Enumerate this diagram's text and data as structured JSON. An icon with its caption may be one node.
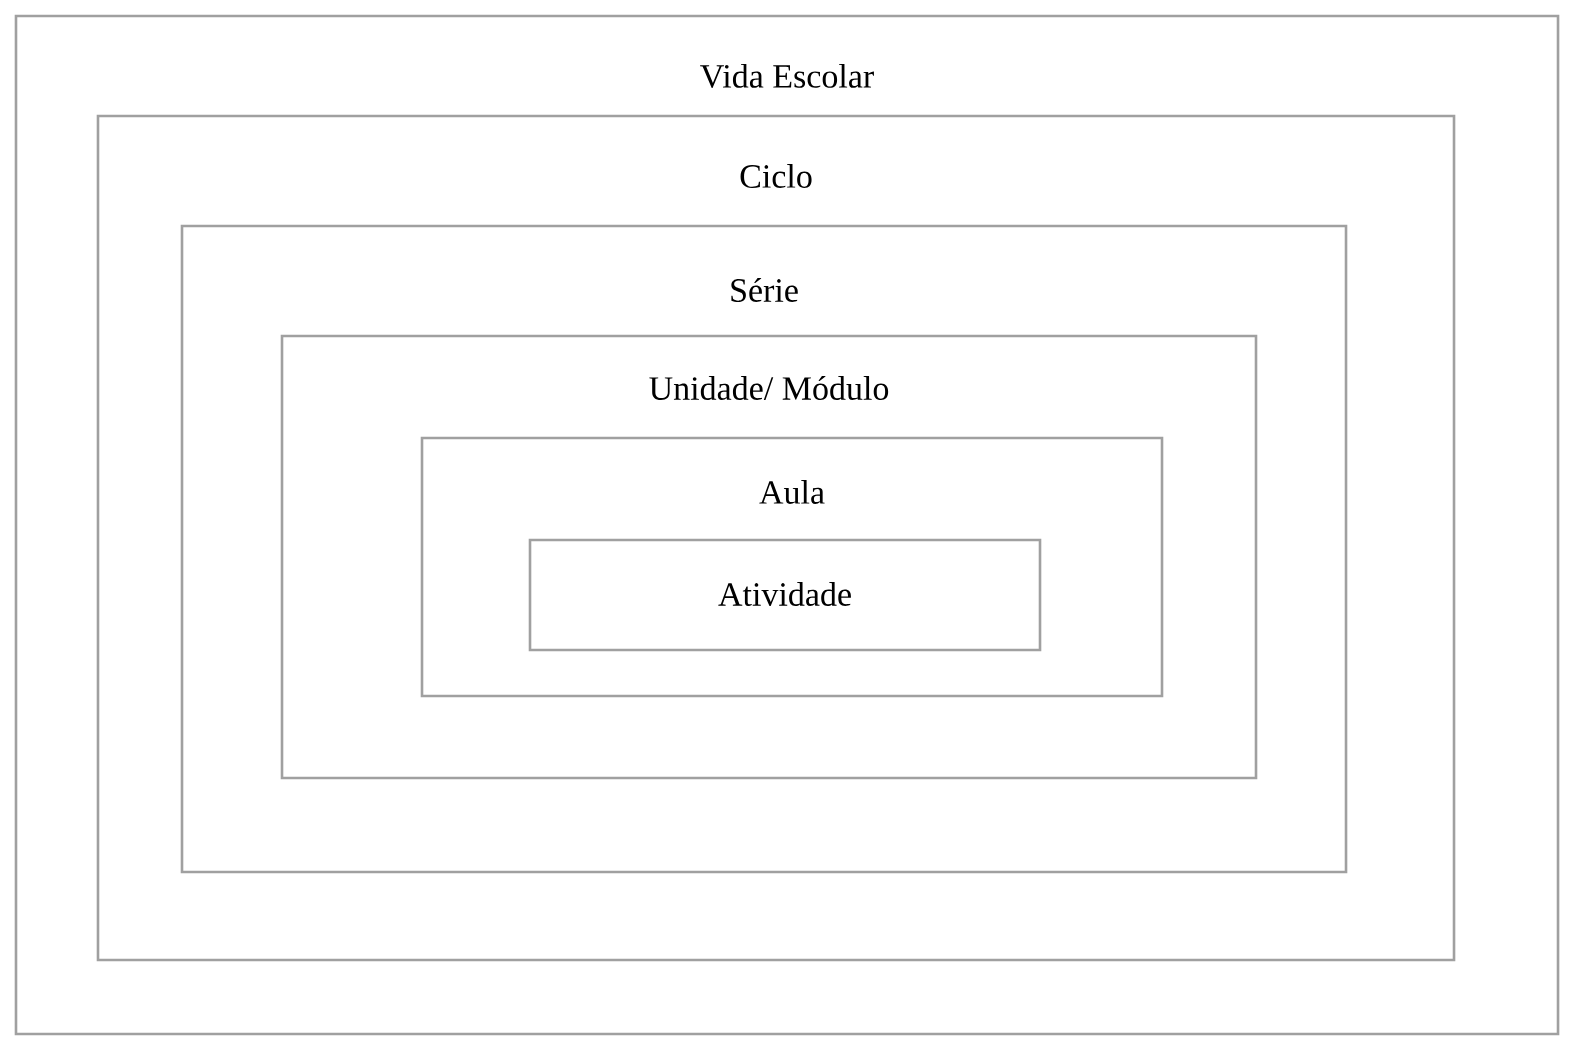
{
  "diagram": {
    "nodes": [
      {
        "text": [
          "Vida Escolar"
        ]
      },
      {
        "text": [
          "Ciclo"
        ],
        "in": 0
      },
      {
        "text": [
          "Série"
        ],
        "in": 1
      },
      {
        "text": [
          "Unidade/ Módulo"
        ],
        "in": 2
      },
      {
        "text": [
          "Aula"
        ],
        "in": 3
      },
      {
        "text": [
          "Atividade"
        ],
        "in": 4
      }
    ]
  }
}
